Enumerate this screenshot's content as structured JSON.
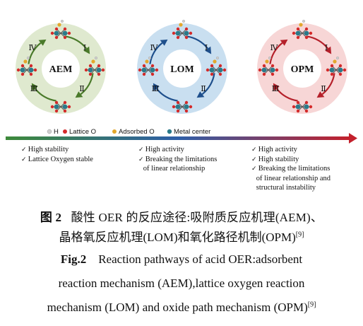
{
  "panels": [
    {
      "label": "AEM",
      "ring_color": "#dfe9cf",
      "arrow_color": "#4a7a2a",
      "steps": [
        "Ⅰ",
        "Ⅱ",
        "Ⅲ",
        "Ⅳ"
      ]
    },
    {
      "label": "LOM",
      "ring_color": "#c9dff0",
      "arrow_color": "#1e4f8c",
      "steps": [
        "Ⅰ",
        "Ⅱ",
        "Ⅲ",
        "Ⅳ"
      ]
    },
    {
      "label": "OPM",
      "ring_color": "#f7d6d6",
      "arrow_color": "#b5202a",
      "steps": [
        "Ⅰ",
        "Ⅱ",
        "Ⅲ",
        "Ⅳ"
      ]
    }
  ],
  "legend": {
    "h": "H",
    "lattice_o": "Lattice O",
    "adsorbed_o": "Adsorbed O",
    "metal_center": "Metal center",
    "colors": {
      "h": "#cfcfcf",
      "lattice_o": "#d42a2a",
      "adsorbed_o": "#e3a72c",
      "metal_center": "#2b7a8a"
    }
  },
  "properties": {
    "aem": [
      "High stability",
      "Lattice Oxygen stable"
    ],
    "lom": [
      "High activity",
      "Breaking the limitations",
      "of linear relationship"
    ],
    "opm": [
      "High activity",
      "High stability",
      "Breaking the limitations",
      "of linear relationship and",
      "structural instability"
    ]
  },
  "caption": {
    "zh_label": "图 2",
    "zh_line1": "酸性 OER 的反应途径:吸附质反应机理(AEM)、",
    "zh_line2": "晶格氧反应机理(LOM)和氧化路径机制(OPM)",
    "ref": "[9]",
    "en_label": "Fig.2",
    "en_line1": "Reaction pathways of acid OER:adsorbent",
    "en_line2": "reaction mechanism (AEM),lattice oxygen reaction",
    "en_line3": "mechanism (LOM) and oxide path mechanism (OPM)"
  }
}
